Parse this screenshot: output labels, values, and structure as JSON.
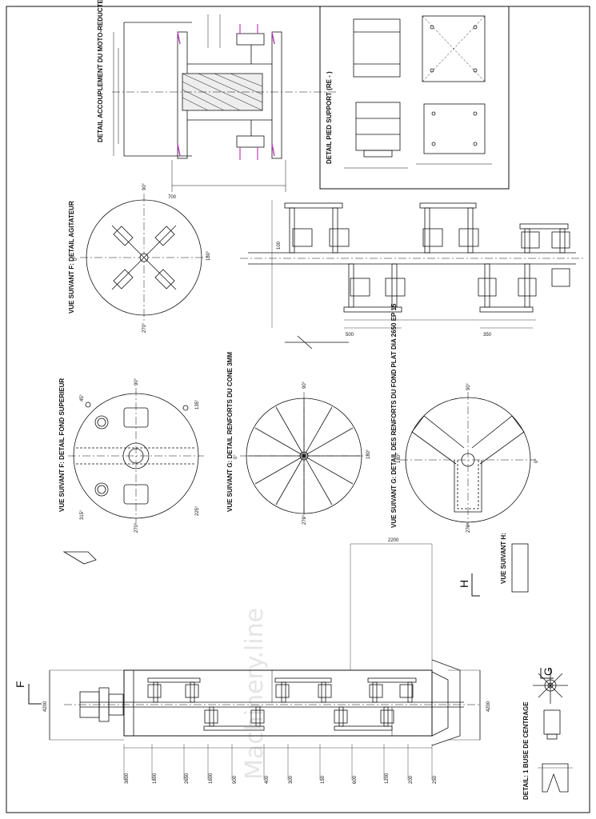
{
  "sheet": {
    "watermark": "Machinery.line",
    "views": {
      "detail_top": "DETAIL ACCOUPLEMENT DU MOTO-REDUCTEUR",
      "pied_support": "DETAIL PIED SUPPORT (RE - )",
      "vue_f_agitator": "VUE SUIVANT F: DETAIL AGITATEUR",
      "vue_f_fond": "VUE SUIVANT F: DETAIL FOND SUPERIEUR",
      "vue_g_cone": "VUE SUIVANT G: DETAIL RENFORTS DU CONE 3MM",
      "vue_g_fond_plat": "VUE SUIVANT G: DETAIL DES RENFORTS DU FOND PLAT DIA 2650 EP 15",
      "vue_h": "VUE SUIVANT H:",
      "detail_centrage": "DETAIL: 1 BUSE DE CENTRAGE"
    },
    "angles": {
      "a0": "0°",
      "a90": "90°",
      "a180": "180°",
      "a270": "270°",
      "a45": "45°",
      "a135": "135°",
      "a225": "225°",
      "a315": "315°"
    },
    "section_marks": {
      "f": "F",
      "g": "G",
      "h": "H"
    },
    "dims": {
      "d1": "4200",
      "d2": "2200",
      "d3": "3800",
      "d4": "1800",
      "d5": "2650",
      "d6": "1600",
      "d7": "900",
      "d8": "400",
      "d9": "300",
      "d10": "150",
      "d11": "600",
      "d12": "1200",
      "d13": "200",
      "d14": "250",
      "d15": "100",
      "d16": "500",
      "d17": "350",
      "d18": "700"
    }
  }
}
